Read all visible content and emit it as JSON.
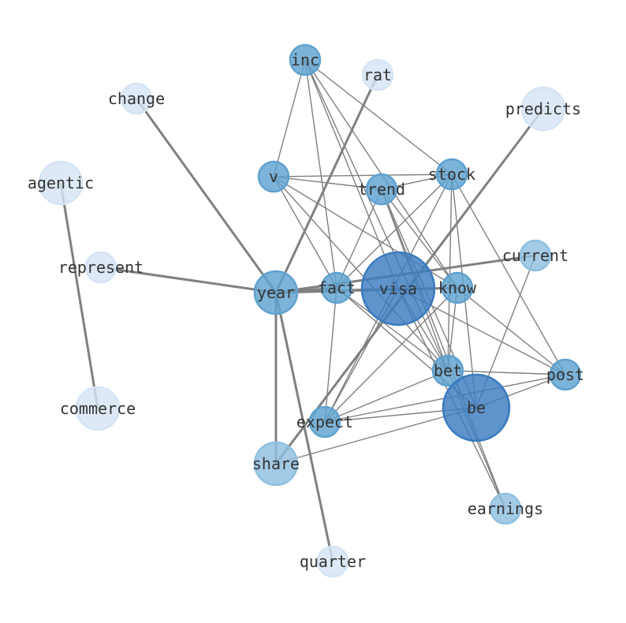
{
  "nodes": [
    "inc",
    "rat",
    "change",
    "predicts",
    "agentic",
    "v",
    "stock",
    "trend",
    "represent",
    "current",
    "year",
    "fact",
    "visa",
    "know",
    "post",
    "bet",
    "be",
    "commerce",
    "expect",
    "share",
    "earnings",
    "quarter"
  ],
  "edges": [
    {
      "s": "year",
      "t": "change",
      "w": "strong"
    },
    {
      "s": "year",
      "t": "rat",
      "w": "strong"
    },
    {
      "s": "year",
      "t": "represent",
      "w": "strong"
    },
    {
      "s": "year",
      "t": "share",
      "w": "strong"
    },
    {
      "s": "year",
      "t": "quarter",
      "w": "strong"
    },
    {
      "s": "year",
      "t": "fact",
      "w": "strong"
    },
    {
      "s": "year",
      "t": "visa",
      "w": "strong"
    },
    {
      "s": "year",
      "t": "know",
      "w": "strong"
    },
    {
      "s": "year",
      "t": "current",
      "w": "strong"
    },
    {
      "s": "share",
      "t": "predicts",
      "w": "strong"
    },
    {
      "s": "agentic",
      "t": "commerce",
      "w": "strong"
    },
    {
      "s": "inc",
      "t": "v",
      "w": "weak"
    },
    {
      "s": "inc",
      "t": "fact",
      "w": "weak"
    },
    {
      "s": "inc",
      "t": "visa",
      "w": "weak"
    },
    {
      "s": "inc",
      "t": "know",
      "w": "weak"
    },
    {
      "s": "inc",
      "t": "stock",
      "w": "weak"
    },
    {
      "s": "inc",
      "t": "bet",
      "w": "weak"
    },
    {
      "s": "v",
      "t": "stock",
      "w": "weak"
    },
    {
      "s": "v",
      "t": "trend",
      "w": "weak"
    },
    {
      "s": "v",
      "t": "fact",
      "w": "weak"
    },
    {
      "s": "v",
      "t": "know",
      "w": "weak"
    },
    {
      "s": "v",
      "t": "bet",
      "w": "weak"
    },
    {
      "s": "trend",
      "t": "stock",
      "w": "weak"
    },
    {
      "s": "trend",
      "t": "fact",
      "w": "weak"
    },
    {
      "s": "trend",
      "t": "bet",
      "w": "weak"
    },
    {
      "s": "trend",
      "t": "be",
      "w": "weak"
    },
    {
      "s": "trend",
      "t": "know",
      "w": "weak"
    },
    {
      "s": "trend",
      "t": "earnings",
      "w": "weak"
    },
    {
      "s": "stock",
      "t": "fact",
      "w": "weak"
    },
    {
      "s": "stock",
      "t": "expect",
      "w": "weak"
    },
    {
      "s": "stock",
      "t": "bet",
      "w": "weak"
    },
    {
      "s": "stock",
      "t": "be",
      "w": "weak"
    },
    {
      "s": "stock",
      "t": "post",
      "w": "weak"
    },
    {
      "s": "fact",
      "t": "expect",
      "w": "weak"
    },
    {
      "s": "fact",
      "t": "bet",
      "w": "weak"
    },
    {
      "s": "fact",
      "t": "be",
      "w": "weak"
    },
    {
      "s": "visa",
      "t": "bet",
      "w": "weak"
    },
    {
      "s": "visa",
      "t": "earnings",
      "w": "weak"
    },
    {
      "s": "visa",
      "t": "expect",
      "w": "weak"
    },
    {
      "s": "visa",
      "t": "post",
      "w": "weak"
    },
    {
      "s": "know",
      "t": "expect",
      "w": "weak"
    },
    {
      "s": "know",
      "t": "post",
      "w": "weak"
    },
    {
      "s": "know",
      "t": "bet",
      "w": "weak"
    },
    {
      "s": "bet",
      "t": "post",
      "w": "weak"
    },
    {
      "s": "bet",
      "t": "expect",
      "w": "weak"
    },
    {
      "s": "bet",
      "t": "earnings",
      "w": "weak"
    },
    {
      "s": "be",
      "t": "expect",
      "w": "weak"
    },
    {
      "s": "be",
      "t": "post",
      "w": "weak"
    },
    {
      "s": "be",
      "t": "share",
      "w": "weak"
    },
    {
      "s": "be",
      "t": "current",
      "w": "weak"
    },
    {
      "s": "expect",
      "t": "post",
      "w": "weak"
    }
  ],
  "colors": {
    "edge": "#808080",
    "dark": "#3a7bbf",
    "mid": "#5fa2d0",
    "light_mid": "#8fc0e0",
    "light": "#d4e4f4"
  }
}
